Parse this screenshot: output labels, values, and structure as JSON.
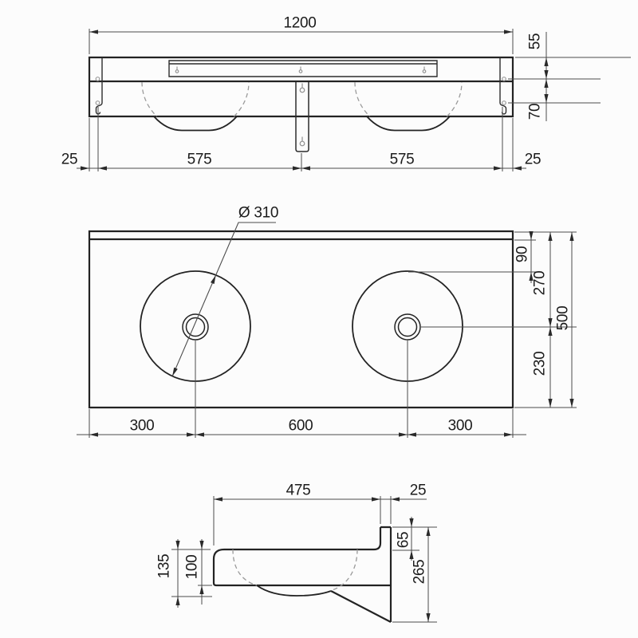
{
  "drawing": {
    "type": "technical-dimension-drawing",
    "subject": "wall-mounted double washbasin",
    "colors": {
      "outline": "#232323",
      "dimension": "#4b4b4b",
      "hidden": "#9a9a9a",
      "text": "#1c1c1c",
      "paper": "#fcfcfc"
    },
    "front_view": {
      "dims": {
        "total_width": "1200",
        "top_to_hole": "55",
        "hole_spacing": "70",
        "margin_left": "25",
        "span_left": "575",
        "span_right": "575",
        "margin_right": "25"
      }
    },
    "plan_view": {
      "dims": {
        "bowl_diameter": "Ø 310",
        "back_to_bowl": "90",
        "back_to_drain": "270",
        "total_depth": "500",
        "drain_to_front": "230",
        "left_to_drain": "300",
        "drain_spacing": "600",
        "drain_to_right": "300"
      }
    },
    "side_view": {
      "dims": {
        "body_depth": "475",
        "wall_offset": "25",
        "upstand_height": "65",
        "total_height": "265",
        "front_height": "135",
        "bowl_depth": "100"
      }
    }
  }
}
